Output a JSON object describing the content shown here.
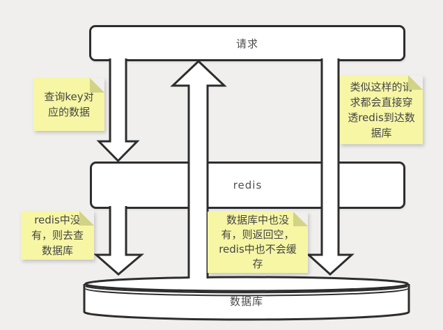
{
  "nodes": {
    "request": {
      "label": "请求"
    },
    "redis": {
      "label": "redis"
    },
    "database": {
      "label": "数据库"
    }
  },
  "notes": {
    "query_key": {
      "text": "查询key对\n应的数据"
    },
    "penetrate": {
      "text": "类似这样的请\n求都会直接穿\n透redis到达数\n据库"
    },
    "redis_miss": {
      "text": "redis中没\n有，则去查\n数据库"
    },
    "db_miss": {
      "text": "数据库中也没\n有，则返回空，\nredis中也不会缓\n存"
    }
  },
  "arrows": [
    {
      "id": "request-to-redis",
      "direction": "down"
    },
    {
      "id": "database-to-request",
      "direction": "up"
    },
    {
      "id": "request-to-database",
      "direction": "down"
    },
    {
      "id": "redis-to-database",
      "direction": "down"
    }
  ],
  "colors": {
    "background": "#f0efee",
    "stroke": "#2d2d2d",
    "shape_fill": "#ffffff",
    "note_fill": "#f6f6a5",
    "note_fold": "#d3d386",
    "text": "#4c4c4c"
  }
}
